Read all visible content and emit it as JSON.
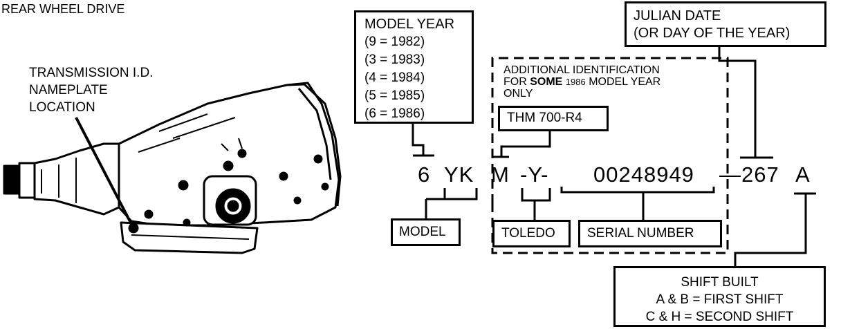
{
  "heading": "REAR WHEEL DRIVE",
  "nameplate_label": [
    "TRANSMISSION I.D.",
    "NAMEPLATE",
    "LOCATION"
  ],
  "model_year": {
    "title": "MODEL YEAR",
    "entries": [
      "(9 = 1982)",
      "(3 = 1983)",
      "(4 = 1984)",
      "(5 = 1985)",
      "(6 = 1986)"
    ]
  },
  "julian_date": [
    "JULIAN DATE",
    "(OR DAY OF THE YEAR)"
  ],
  "additional_id": {
    "line1": "ADDITIONAL IDENTIFICATION",
    "line2_prefix": "FOR",
    "line2_bold": "SOME",
    "line2_year": "1986",
    "line2_suffix": "MODEL YEAR",
    "line3": "ONLY"
  },
  "thm_label": "THM 700-R4",
  "code": {
    "year_digit": "6",
    "model_code": "YK",
    "plant_letter": "M",
    "plant_code": "-Y-",
    "serial": "00248949",
    "julian": "—267",
    "shift": "A"
  },
  "model_label": "MODEL",
  "toledo_label": "TOLEDO",
  "serial_label": "SERIAL NUMBER",
  "shift_built": {
    "title": "SHIFT BUILT",
    "line1": "A & B = FIRST SHIFT",
    "line2": "C & H = SECOND SHIFT"
  }
}
